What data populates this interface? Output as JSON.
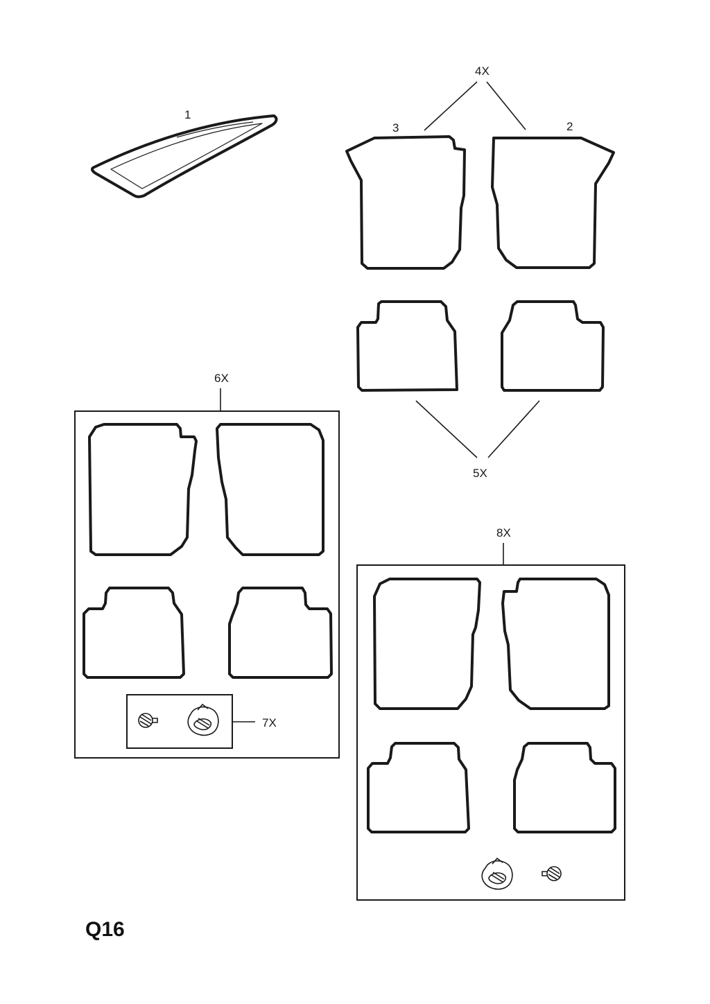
{
  "diagram": {
    "code": "Q16",
    "callouts": {
      "c1": "1",
      "c2": "2",
      "c3": "3",
      "c4": "4X",
      "c5": "5X",
      "c6": "6X",
      "c7": "7X",
      "c8": "8X"
    }
  }
}
